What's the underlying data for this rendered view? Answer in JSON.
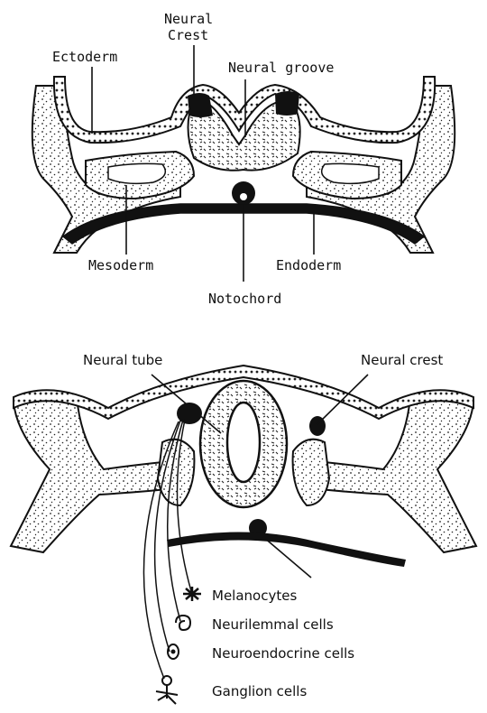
{
  "diagram_top": {
    "labels": {
      "neural_crest_1": "Neural",
      "neural_crest_2": "Crest",
      "ectoderm": "Ectoderm",
      "neural_groove": "Neural groove",
      "mesoderm": "Mesoderm",
      "endoderm": "Endoderm",
      "notochord": "Notochord"
    }
  },
  "diagram_bottom": {
    "labels": {
      "neural_tube": "Neural tube",
      "neural_crest": "Neural crest"
    },
    "derivatives": [
      {
        "label": "Melanocytes",
        "icon": "melanocyte-icon"
      },
      {
        "label": "Neurilemmal cells",
        "icon": "neurilemmal-cell-icon"
      },
      {
        "label": "Neuroendocrine cells",
        "icon": "neuroendocrine-cell-icon"
      },
      {
        "label": "Ganglion cells",
        "icon": "ganglion-cell-icon"
      }
    ]
  }
}
